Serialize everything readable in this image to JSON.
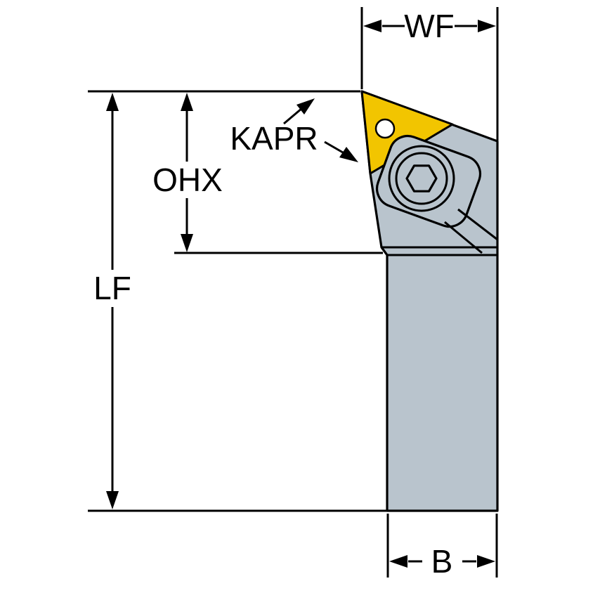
{
  "colors": {
    "steel": "#b9c4cd",
    "insert": "#f2c500",
    "outline": "#000000",
    "hole": "#ffffff",
    "background": "#ffffff"
  },
  "labels": {
    "wf": "WF",
    "kapr": "KAPR",
    "ohx": "OHX",
    "lf": "LF",
    "b": "B"
  }
}
